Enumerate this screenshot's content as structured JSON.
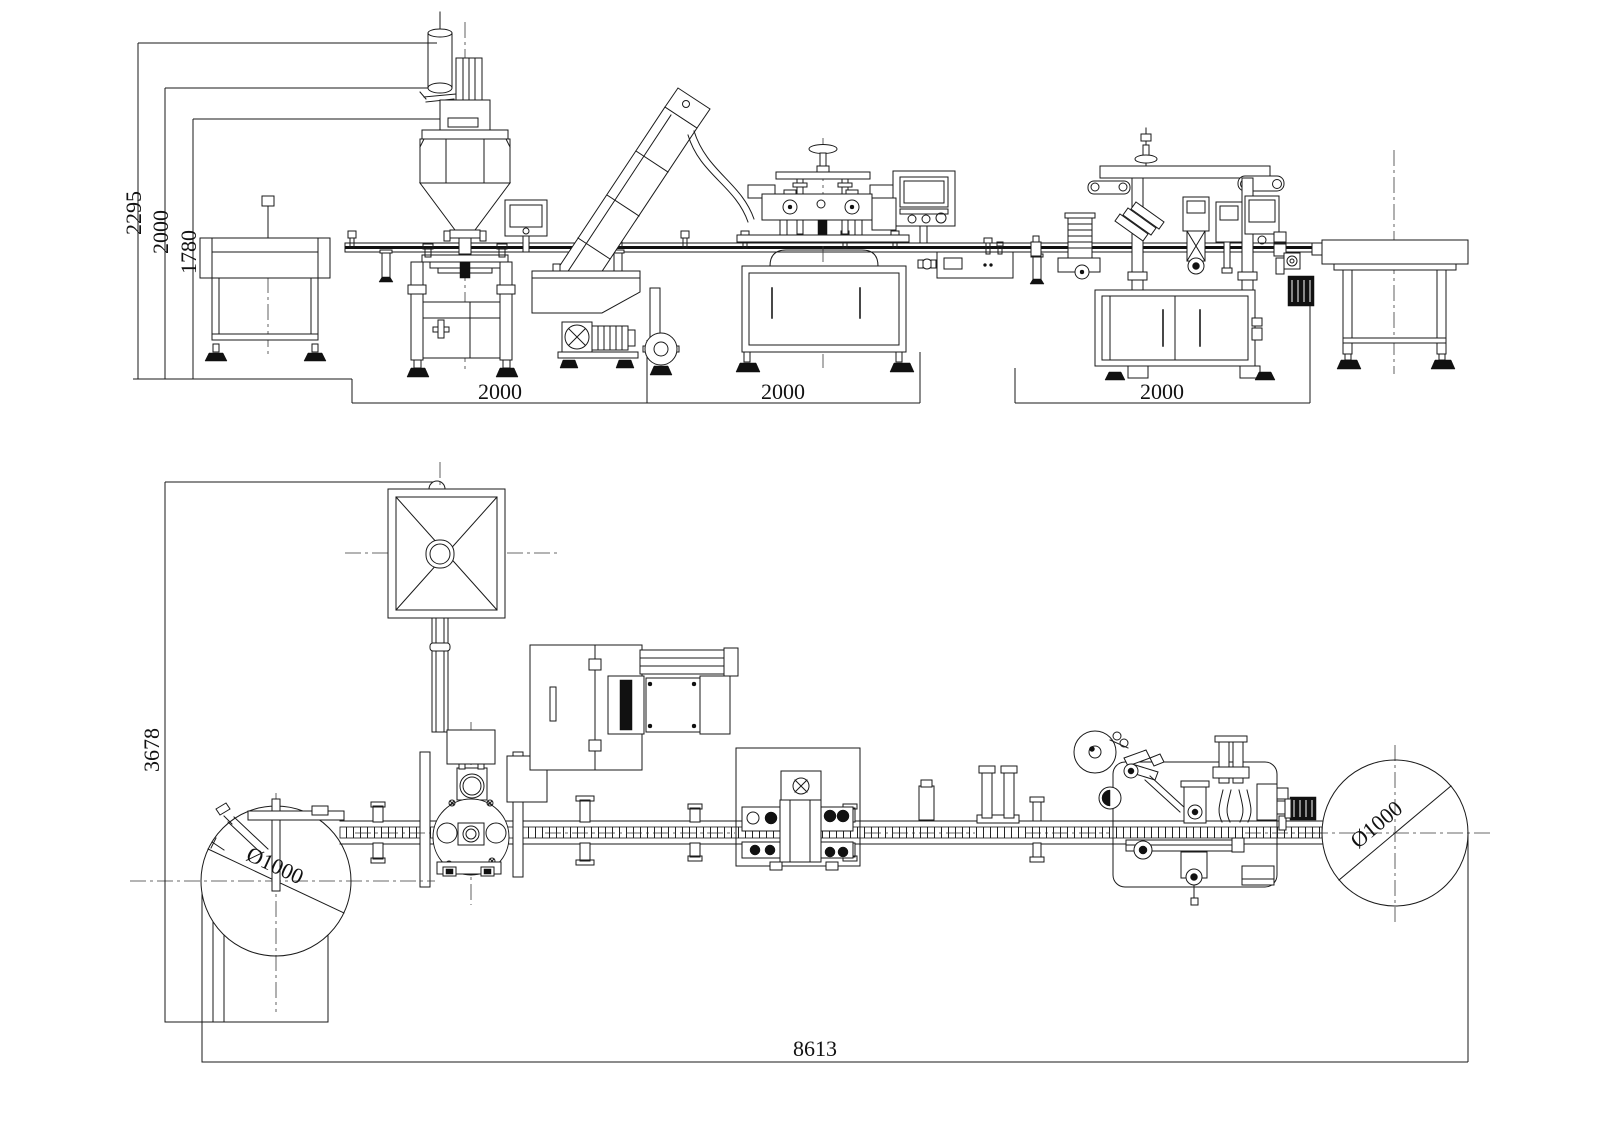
{
  "drawing": {
    "type": "engineering-layout-drawing",
    "subject": "powder filling, capping and labeling packaging line",
    "views": {
      "top": "front elevation",
      "bottom": "plan view"
    },
    "colors": {
      "line": "#1a1a1a",
      "background": "#ffffff"
    }
  },
  "dimensions": {
    "elevation": {
      "loader_height": "2295",
      "filler_height": "2000",
      "conveyor_height": "1780",
      "filler_width": "2000",
      "capper_width": "2000",
      "labeler_width": "2000"
    },
    "plan": {
      "line_depth": "3678",
      "line_length": "8613",
      "infeed_turntable_dia": "Ø1000",
      "outfeed_turntable_dia": "Ø1000"
    }
  }
}
